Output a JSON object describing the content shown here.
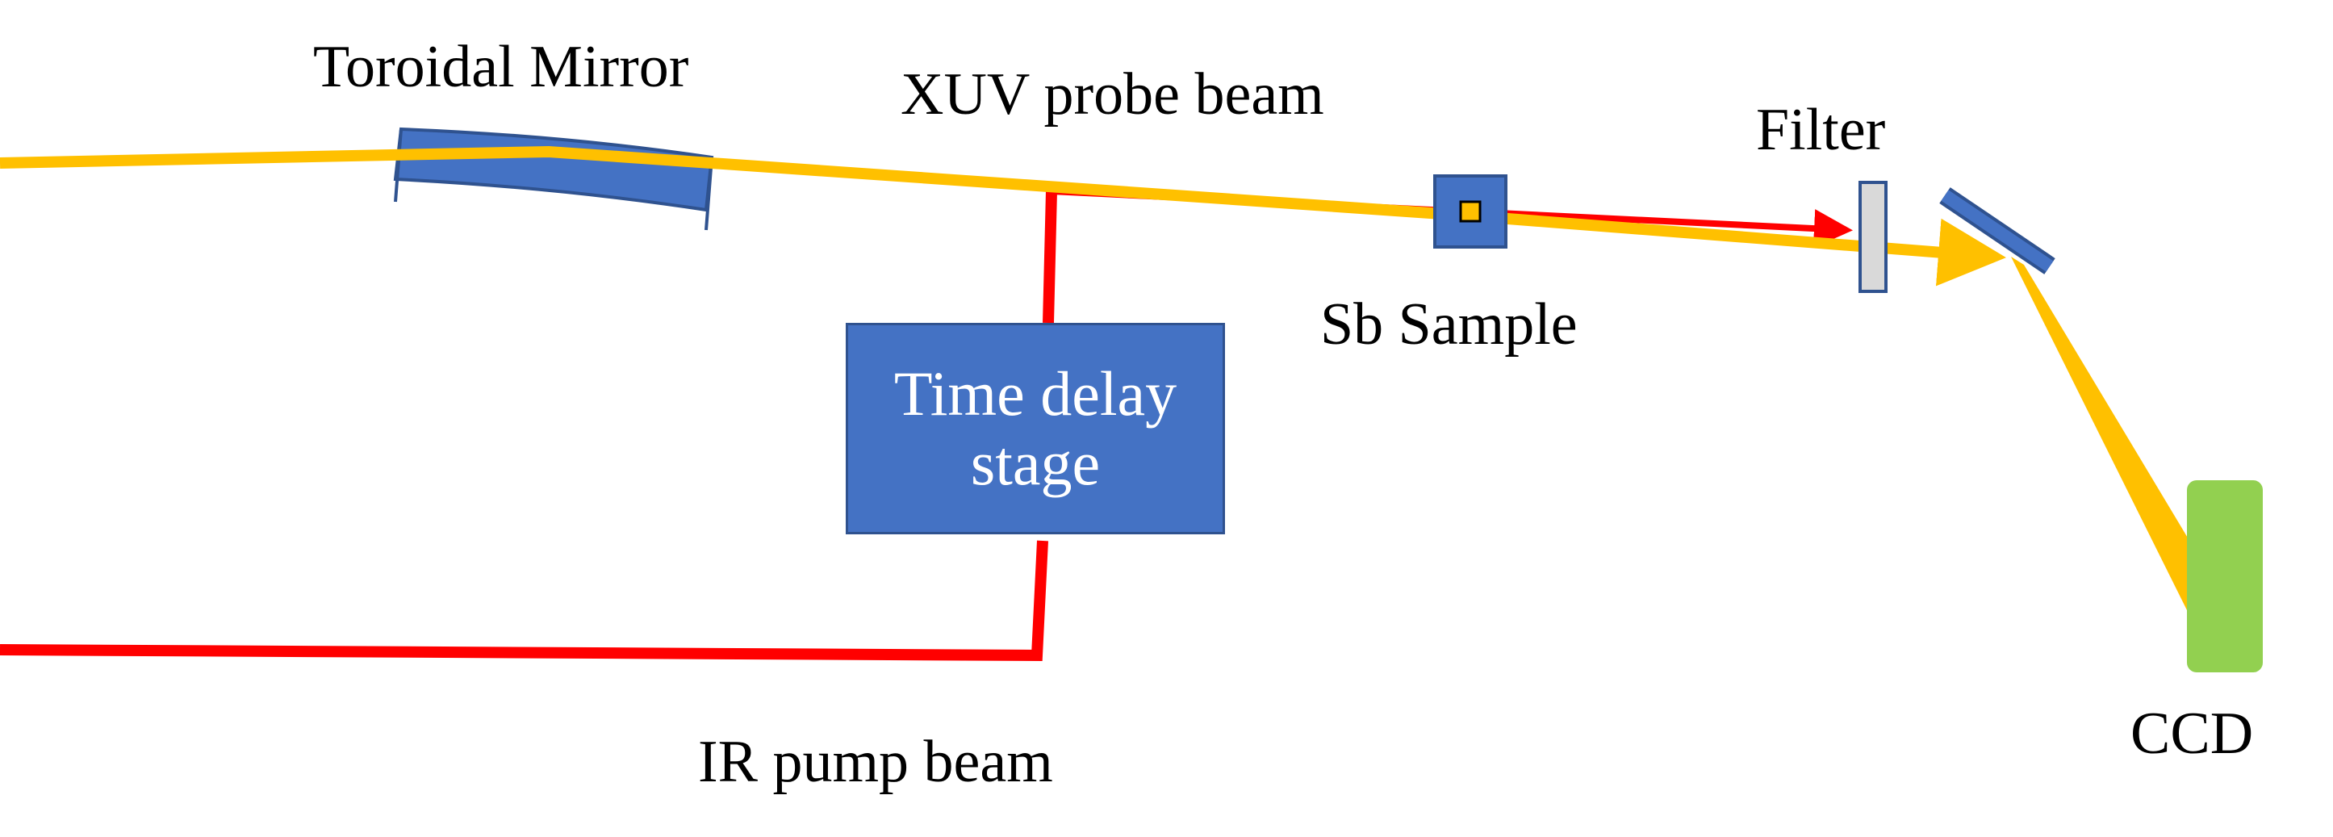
{
  "labels": {
    "toroidal_mirror": "Toroidal Mirror",
    "xuv_probe_beam": "XUV probe beam",
    "filter": "Filter",
    "sb_sample": "Sb Sample",
    "ir_pump_beam": "IR pump beam",
    "ccd": "CCD",
    "time_delay_line1": "Time delay",
    "time_delay_line2": "stage"
  },
  "colors": {
    "xuv_beam": "#ffc000",
    "ir_beam": "#ff0000",
    "optic_blue": "#4472c4",
    "optic_outline": "#2f528f",
    "filter_fill": "#d9d9d9",
    "ccd_green": "#92d050",
    "text": "#000000",
    "box_text": "#ffffff"
  }
}
